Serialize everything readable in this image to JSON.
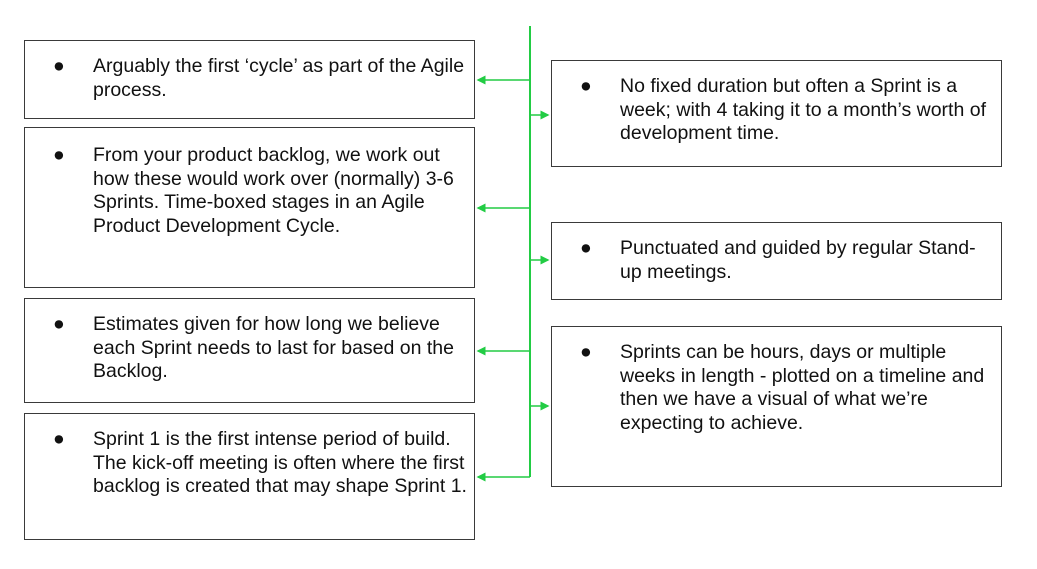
{
  "bullet_glyph": "●",
  "connector_color": "#22cc44",
  "left_boxes": [
    {
      "text": "Arguably the first ‘cycle’ as part of the Agile process."
    },
    {
      "text": "From your product backlog, we work out how these would work over (normally) 3-6 Sprints. Time-boxed stages in an Agile Product Development Cycle."
    },
    {
      "text": "Estimates given for how long we believe each Sprint needs to last for based on the Backlog."
    },
    {
      "text": "Sprint 1 is the first intense period of build. The kick-off meeting is often where the first backlog is created that may shape Sprint 1."
    }
  ],
  "right_boxes": [
    {
      "text": "No fixed duration but often a Sprint is a week; with 4 taking it to a month’s worth of development time."
    },
    {
      "text": "Punctuated and guided by regular Stand-up meetings."
    },
    {
      "text": "Sprints can be hours, days or multiple weeks in length - plotted on a timeline and then we have a visual of what we’re expecting to achieve."
    }
  ]
}
